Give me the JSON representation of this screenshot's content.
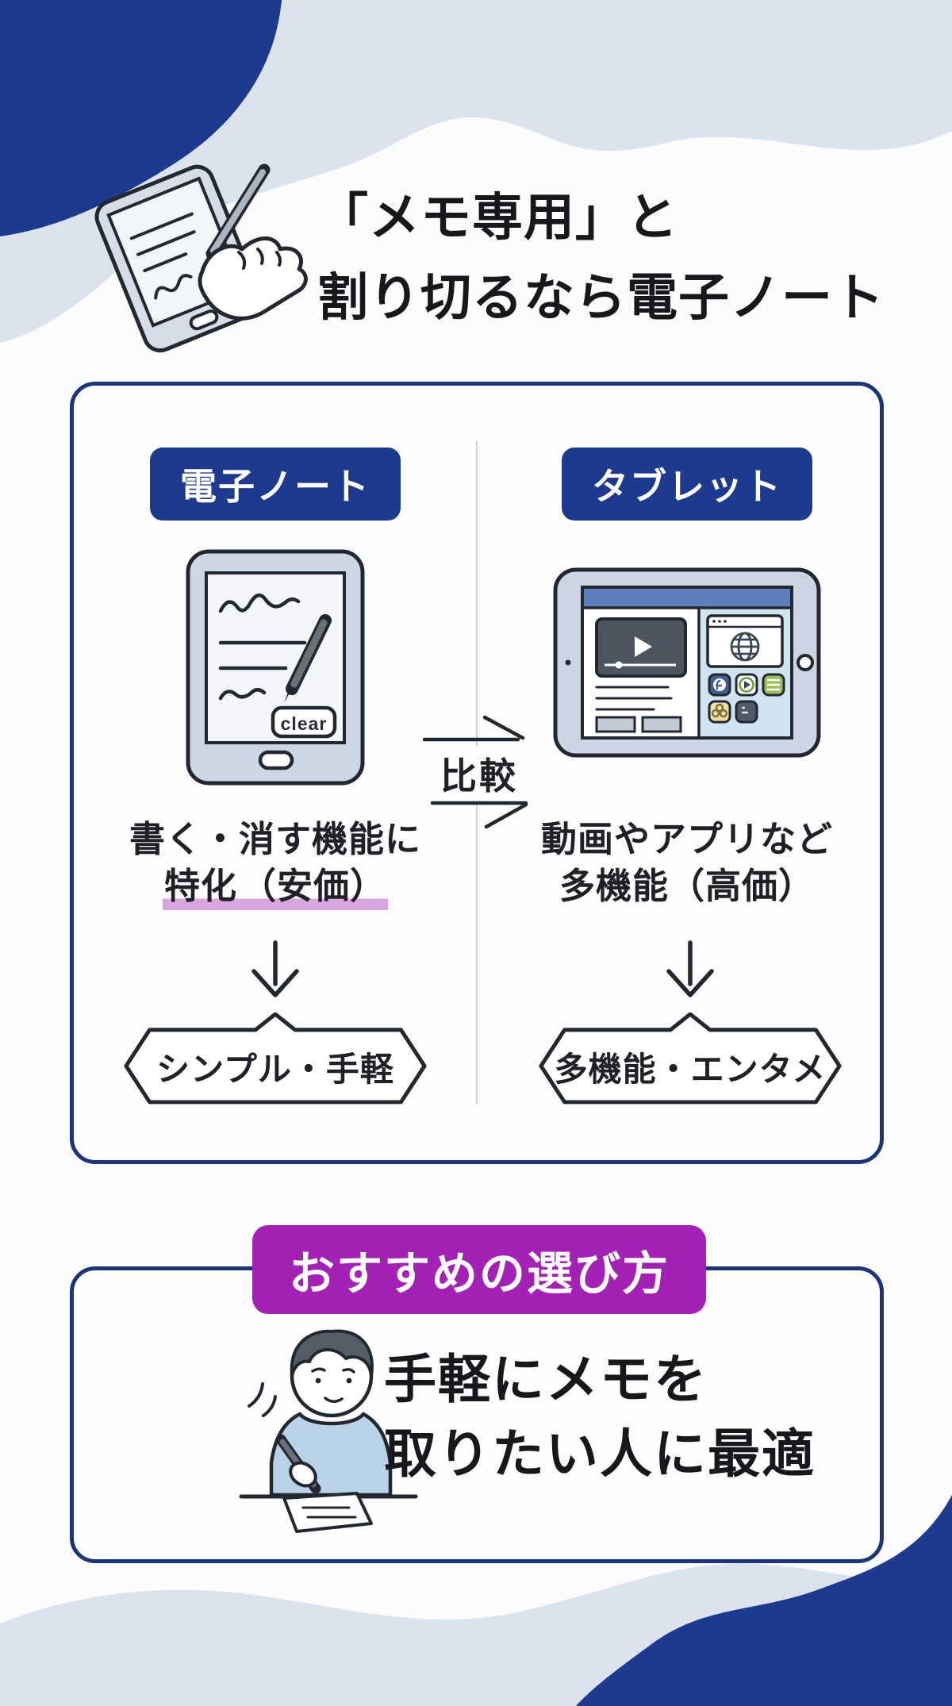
{
  "header": {
    "title_line1": "「メモ専用」と",
    "title_line2": "割り切るなら電子ノート"
  },
  "comparison": {
    "center_label": "比較",
    "left": {
      "label": "電子ノート",
      "device_button": "clear",
      "caption_line1": "書く・消す機能に",
      "caption_line2_part1": "特化",
      "caption_line2_part2": "（安価）",
      "result": "シンプル・手軽"
    },
    "right": {
      "label": "タブレット",
      "caption_line1": "動画やアプリなど",
      "caption_line2": "多機能（高価）",
      "result": "多機能・エンタメ"
    }
  },
  "recommendation": {
    "badge": "おすすめの選び方",
    "text_line1": "手軽にメモを",
    "text_line2": "取りたい人に最適"
  },
  "colors": {
    "brand_navy": "#1e3a8e",
    "frame_border_navy": "#1c3579",
    "accent_purple": "#a321b4",
    "highlight_pink": "#d9a6e0",
    "wave_gray": "#dde3ee"
  }
}
